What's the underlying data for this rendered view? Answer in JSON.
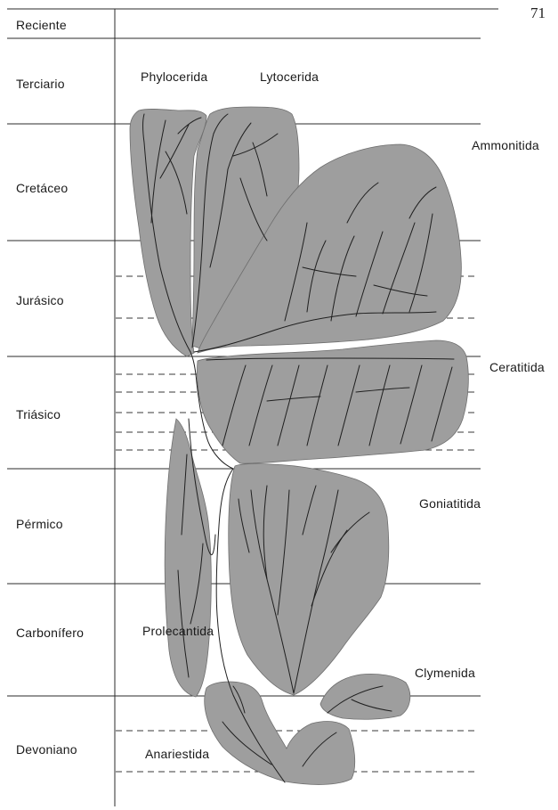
{
  "page_number": "71",
  "colors": {
    "clade_fill": "#9e9e9e",
    "clade_outline": "#6e6e6e",
    "lines": "#2b2b2b"
  },
  "periods": [
    {
      "id": "reciente",
      "label": "Reciente"
    },
    {
      "id": "terciario",
      "label": "Terciario"
    },
    {
      "id": "cretaceo",
      "label": "Cretáceo"
    },
    {
      "id": "jurasico",
      "label": "Jurásico"
    },
    {
      "id": "triasico",
      "label": "Triásico"
    },
    {
      "id": "permico",
      "label": "Pérmico"
    },
    {
      "id": "carbonifero",
      "label": "Carbonífero"
    },
    {
      "id": "devoniano",
      "label": "Devoniano"
    }
  ],
  "groups": [
    {
      "id": "phylocerida",
      "label": "Phylocerida"
    },
    {
      "id": "lytocerida",
      "label": "Lytocerida"
    },
    {
      "id": "ammonitida",
      "label": "Ammonitida"
    },
    {
      "id": "ceratitida",
      "label": "Ceratitida"
    },
    {
      "id": "goniatitida",
      "label": "Goniatitida"
    },
    {
      "id": "prolecantida",
      "label": "Prolecantida"
    },
    {
      "id": "clymenida",
      "label": "Clymenida"
    },
    {
      "id": "anariestida",
      "label": "Anariestida"
    }
  ]
}
